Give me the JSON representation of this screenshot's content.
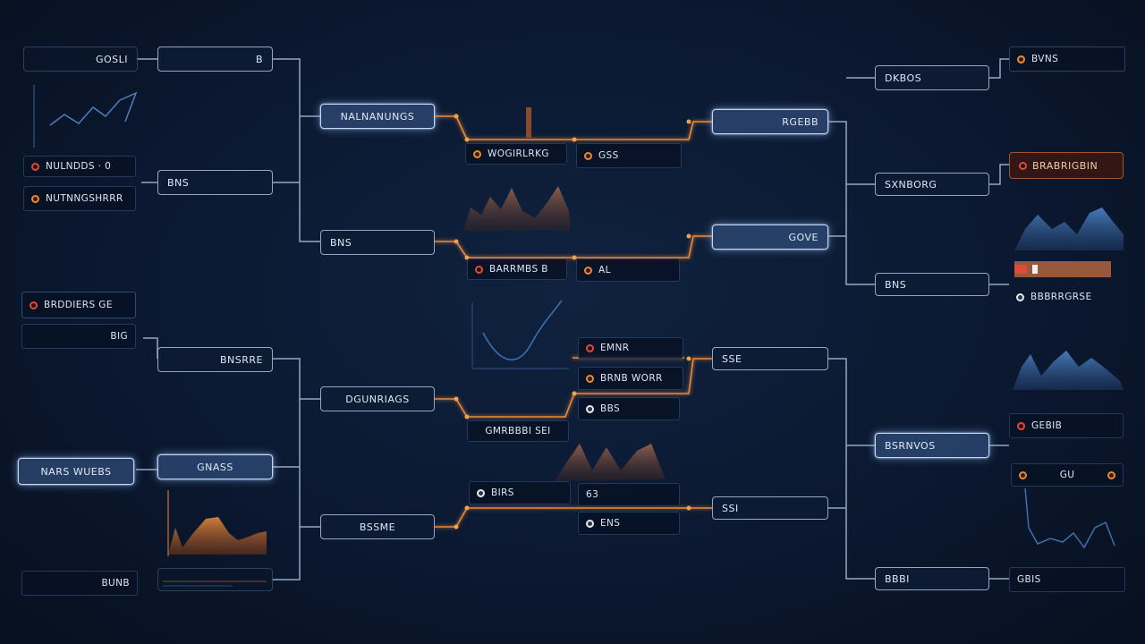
{
  "colors": {
    "background": "#0b1830",
    "line": "#93a7c4",
    "highlight": "#c7d8f2",
    "accent_orange": "#e8893a",
    "accent_red": "#e04a3a",
    "chart_blue": "#3f6ea8"
  },
  "left_col": {
    "n1": "GOSLI",
    "n2": "B",
    "n3": "BNS",
    "n4": "NALNANUNGS",
    "n5": "BNS",
    "n6": "BNSRRE",
    "n7": "GNASS",
    "n8": "DGUNRIAGS",
    "n9": "BSSME",
    "n10": "BUNB"
  },
  "left_cards": {
    "c1": "NULNDDS · 0",
    "c2": "NUTNNGSHRRR",
    "c3": "BRDDIERS GE",
    "c4": "BIG",
    "c5": "NARS WUEBS",
    "c6": "BUNB"
  },
  "center_cards": {
    "k1": "WOGIRLRKG",
    "k2": "GSS",
    "k3": "BARRMBS B",
    "k4": "AL",
    "k5": "EMNR",
    "k6": "BRNB WORR",
    "k7": "BBS",
    "k8": "GMRBBBI SEI",
    "k9": "BIRS",
    "k10": "63",
    "k11": "ENS"
  },
  "right_col": {
    "r1": "RGEBB",
    "r2": "GOVE",
    "r3": "SSE",
    "r4": "SSI",
    "r5": "DKBOS",
    "r6": "SXNBORG",
    "r7": "BNS",
    "r8": "BSRNVOS",
    "r9": "BBBI"
  },
  "right_cards": {
    "e1": "BVNS",
    "e2": "BRABRIGBIN",
    "e3": "BBBRRGRSE",
    "e4": "GEBIB",
    "e5": "GU",
    "e6": "GBIS"
  },
  "icons": [
    "status-dot-red",
    "status-dot-orange",
    "status-dot-white",
    "mini-area-chart",
    "mini-line-chart"
  ]
}
